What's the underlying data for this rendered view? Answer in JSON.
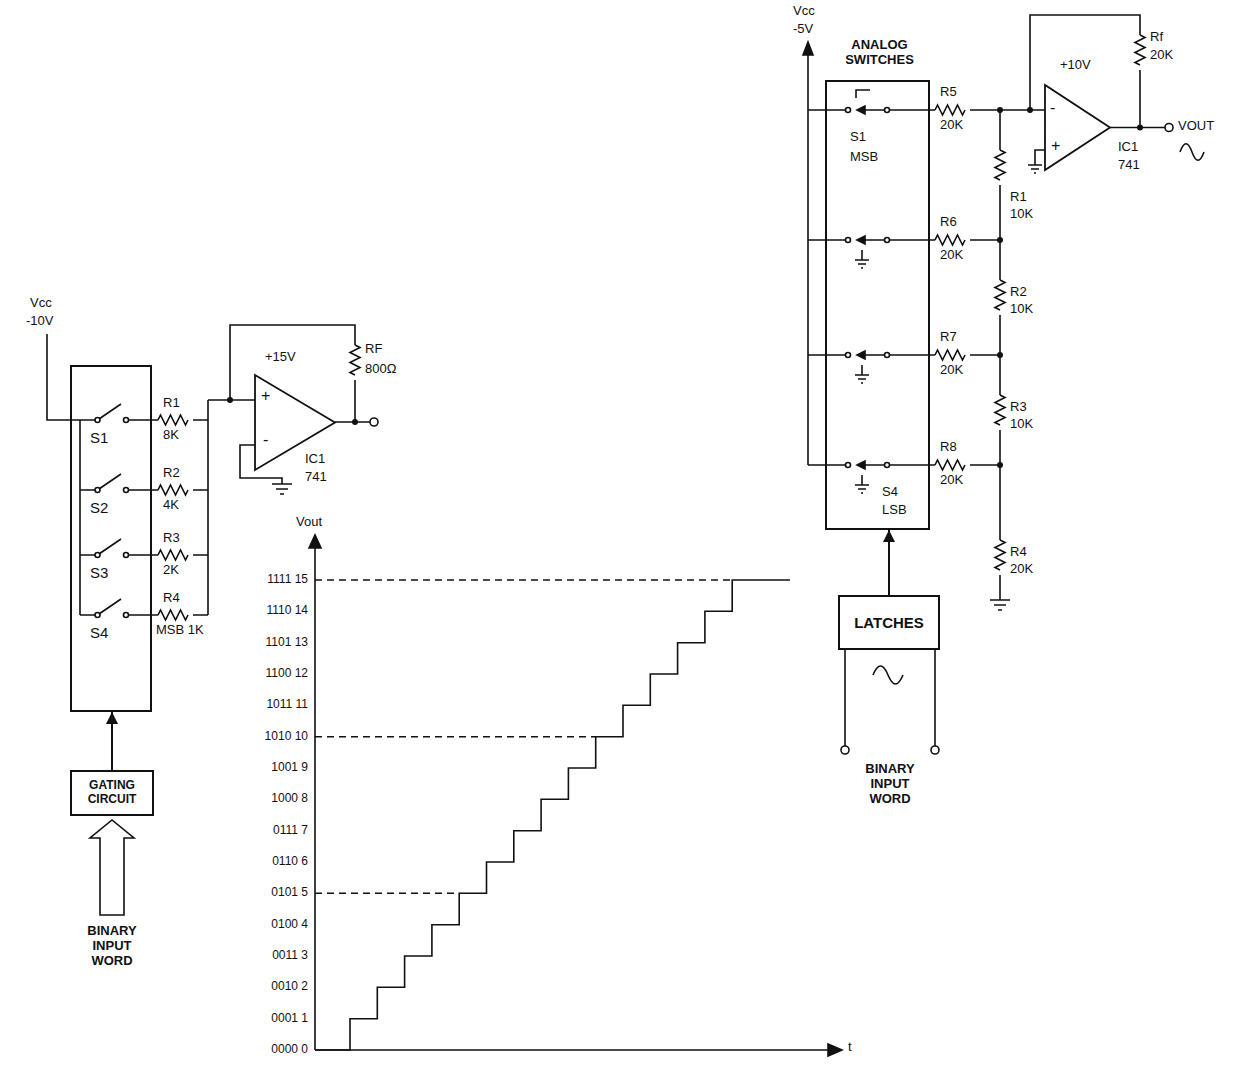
{
  "diagram": {
    "nodes": [
      {
        "text": [
          "S1",
          "S2",
          "S3",
          "S4"
        ]
      },
      {
        "text": [
          "GATING CIRCUIT"
        ]
      },
      {
        "text": [
          "+",
          "-"
        ]
      },
      {
        "text": [
          "ANALOG SWITCHES",
          "S1",
          "MSB",
          "S4",
          "LSB"
        ]
      },
      {
        "text": [
          "LATCHES"
        ]
      },
      {
        "text": [
          "-",
          "+"
        ]
      }
    ],
    "edges": [
      {
        "from": 1,
        "to": 0,
        "arrow": "to"
      },
      {
        "from": 4,
        "to": 3,
        "arrow": "to"
      }
    ],
    "labels": [
      "Vcc",
      "-10V",
      "R1",
      "8K",
      "R2",
      "4K",
      "R3",
      "2K",
      "R4",
      "MSB 1K",
      "+15V",
      "RF",
      "800Ω",
      "IC1",
      "741",
      "BINARY INPUT WORD",
      "1111 15",
      "1110 14",
      "1101 13",
      "1100 12",
      "1011 11",
      "1010 10",
      "1001 9",
      "1000 8",
      "0111 7",
      "0110 6",
      "0101 5",
      "0100 4",
      "0011 3",
      "0010 2",
      "0001 1",
      "0000 0",
      "Vout",
      "t",
      "Vcc",
      "-5V",
      "R5",
      "20K",
      "R6",
      "20K",
      "R7",
      "20K",
      "R8",
      "20K",
      "R1",
      "10K",
      "R2",
      "10K",
      "R3",
      "10K",
      "R4",
      "20K",
      "+10V",
      "Rf",
      "20K",
      "VOUT",
      "IC1",
      "741",
      "BINARY INPUT WORD"
    ]
  }
}
